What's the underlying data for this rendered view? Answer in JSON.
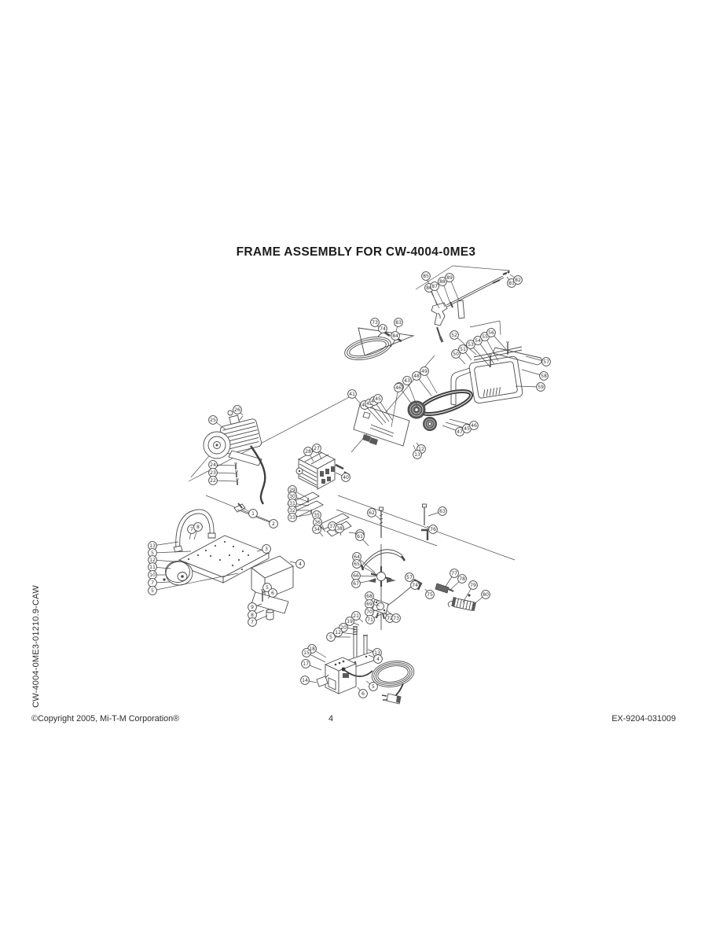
{
  "page": {
    "title": "FRAME ASSEMBLY FOR CW-4004-0ME3",
    "side_label": "CW-4004-0ME3-01210.9-CAW",
    "footer": {
      "copyright": "©Copyright  2005, Mi-T-M Corporation®",
      "page_number": "4",
      "document_code": "EX-9204-031009"
    }
  },
  "diagram": {
    "ink_color": "#4a4a4a",
    "callout_text_color": "#333333",
    "callouts": [
      [
        "85",
        542,
        351,
        556,
        388
      ],
      [
        "86",
        546,
        366,
        559,
        392
      ],
      [
        "87",
        553,
        364,
        566,
        390
      ],
      [
        "88",
        563,
        358,
        573,
        386
      ],
      [
        "89",
        572,
        353,
        584,
        382
      ],
      [
        "81",
        651,
        360,
        645,
        352
      ],
      [
        "82",
        659,
        356,
        649,
        349
      ],
      [
        "73",
        477,
        410,
        484,
        419
      ],
      [
        "83",
        507,
        410,
        504,
        421
      ],
      [
        "74",
        487,
        418,
        491,
        424
      ],
      [
        "84",
        503,
        427,
        500,
        431
      ],
      [
        "50",
        580,
        450,
        592,
        463
      ],
      [
        "51",
        589,
        444,
        600,
        458
      ],
      [
        "52",
        578,
        426,
        606,
        451
      ],
      [
        "53",
        599,
        438,
        624,
        467
      ],
      [
        "54",
        608,
        433,
        629,
        463
      ],
      [
        "55",
        617,
        428,
        634,
        459
      ],
      [
        "56",
        625,
        423,
        648,
        449
      ],
      [
        "57",
        695,
        460,
        669,
        453
      ],
      [
        "58",
        692,
        478,
        664,
        470
      ],
      [
        "59",
        688,
        492,
        656,
        491
      ],
      [
        "44",
        508,
        492,
        524,
        514
      ],
      [
        "43",
        518,
        484,
        531,
        517
      ],
      [
        "48",
        530,
        478,
        549,
        503
      ],
      [
        "49",
        540,
        472,
        556,
        500
      ],
      [
        "47",
        585,
        549,
        563,
        541
      ],
      [
        "45",
        594,
        545,
        567,
        537
      ],
      [
        "46",
        603,
        541,
        572,
        533
      ],
      [
        "12",
        536,
        571,
        530,
        563
      ],
      [
        "13",
        531,
        578,
        526,
        566
      ],
      [
        "41",
        448,
        501,
        462,
        517
      ],
      [
        "42",
        464,
        515,
        487,
        540
      ],
      [
        "43",
        470,
        513,
        491,
        538
      ],
      [
        "44",
        476,
        510,
        495,
        536
      ],
      [
        "45",
        481,
        507,
        499,
        534
      ],
      [
        "46",
        507,
        493,
        498,
        543
      ],
      [
        "25",
        271,
        534,
        287,
        546
      ],
      [
        "26",
        302,
        521,
        309,
        528
      ],
      [
        "24",
        271,
        591,
        299,
        592
      ],
      [
        "23",
        271,
        601,
        300,
        602
      ],
      [
        "22",
        271,
        611,
        301,
        612
      ],
      [
        "27",
        403,
        570,
        409,
        584
      ],
      [
        "28",
        392,
        574,
        399,
        587
      ],
      [
        "40",
        440,
        607,
        427,
        601
      ],
      [
        "29",
        372,
        623,
        391,
        633
      ],
      [
        "30",
        372,
        631,
        392,
        638
      ],
      [
        "31",
        372,
        640,
        393,
        643
      ],
      [
        "32",
        372,
        649,
        394,
        649
      ],
      [
        "33",
        372,
        658,
        395,
        654
      ],
      [
        "35",
        403,
        655,
        412,
        672
      ],
      [
        "36",
        404,
        664,
        414,
        676
      ],
      [
        "34",
        403,
        673,
        411,
        682
      ],
      [
        "37",
        423,
        669,
        428,
        678
      ],
      [
        "38",
        432,
        672,
        434,
        681
      ],
      [
        "39",
        458,
        679,
        444,
        677
      ],
      [
        "1",
        322,
        653,
        307,
        645
      ],
      [
        "2",
        348,
        666,
        302,
        648
      ],
      [
        "3",
        339,
        698,
        327,
        701
      ],
      [
        "4",
        382,
        717,
        369,
        714
      ],
      [
        "7",
        244,
        673,
        241,
        686
      ],
      [
        "8",
        252,
        670,
        247,
        686
      ],
      [
        "13",
        194,
        694,
        227,
        689
      ],
      [
        "5",
        194,
        703,
        243,
        701
      ],
      [
        "12",
        194,
        712,
        221,
        714
      ],
      [
        "11",
        194,
        721,
        217,
        723
      ],
      [
        "10",
        194,
        731,
        212,
        731
      ],
      [
        "7",
        194,
        741,
        216,
        740
      ],
      [
        "5",
        194,
        751,
        303,
        729
      ],
      [
        "5",
        340,
        747,
        334,
        755
      ],
      [
        "6",
        347,
        754,
        341,
        761
      ],
      [
        "9",
        321,
        772,
        333,
        768
      ],
      [
        "8",
        321,
        782,
        336,
        776
      ],
      [
        "7",
        321,
        791,
        340,
        783
      ],
      [
        "62",
        473,
        652,
        484,
        660
      ],
      [
        "63",
        563,
        650,
        545,
        656
      ],
      [
        "76",
        551,
        673,
        543,
        669
      ],
      [
        "61",
        458,
        682,
        469,
        694
      ],
      [
        "64",
        454,
        708,
        477,
        728
      ],
      [
        "65",
        454,
        717,
        479,
        730
      ],
      [
        "66",
        453,
        732,
        478,
        733
      ],
      [
        "67",
        453,
        742,
        479,
        737
      ],
      [
        "68",
        470,
        758,
        482,
        765
      ],
      [
        "69",
        470,
        768,
        483,
        770
      ],
      [
        "70",
        470,
        778,
        484,
        775
      ],
      [
        "71",
        471,
        788,
        485,
        781
      ],
      [
        "72",
        496,
        786,
        489,
        778
      ],
      [
        "73",
        504,
        786,
        492,
        776
      ],
      [
        "57",
        521,
        734,
        531,
        740
      ],
      [
        "74",
        528,
        744,
        535,
        744
      ],
      [
        "75",
        547,
        756,
        541,
        749
      ],
      [
        "77",
        578,
        729,
        566,
        747
      ],
      [
        "78",
        588,
        736,
        572,
        751
      ],
      [
        "79",
        602,
        744,
        589,
        766
      ],
      [
        "80",
        618,
        756,
        601,
        770
      ],
      [
        "21",
        453,
        783,
        462,
        791
      ],
      [
        "19",
        445,
        790,
        457,
        795
      ],
      [
        "20",
        437,
        798,
        452,
        800
      ],
      [
        "12",
        430,
        804,
        449,
        806
      ],
      [
        "5",
        421,
        810,
        446,
        810
      ],
      [
        "18",
        397,
        825,
        415,
        836
      ],
      [
        "15",
        390,
        830,
        414,
        842
      ],
      [
        "17",
        389,
        844,
        409,
        852
      ],
      [
        "14",
        388,
        865,
        403,
        868
      ],
      [
        "13",
        480,
        830,
        468,
        826
      ],
      [
        "4",
        481,
        838,
        469,
        833
      ],
      [
        "5",
        475,
        873,
        466,
        866
      ],
      [
        "6",
        462,
        882,
        455,
        874
      ]
    ],
    "construction_lines": [
      [
        309,
        529,
        243,
        607
      ],
      [
        240,
        612,
        452,
        501
      ],
      [
        447,
        575,
        553,
        452
      ],
      [
        430,
        630,
        655,
        712
      ],
      [
        428,
        648,
        556,
        694
      ],
      [
        529,
        368,
        576,
        338
      ],
      [
        576,
        338,
        649,
        344
      ],
      [
        598,
        416,
        636,
        408
      ],
      [
        636,
        408,
        637,
        426
      ],
      [
        262,
        630,
        346,
        664
      ]
    ]
  }
}
